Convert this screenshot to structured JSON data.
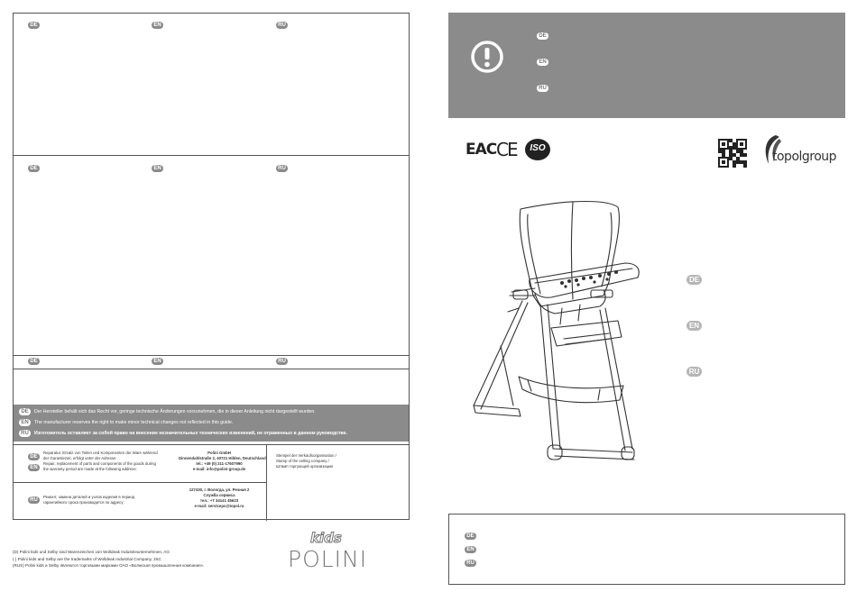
{
  "lang": {
    "de": "DE",
    "en": "EN",
    "ru": "RU"
  },
  "disclaimer": {
    "de": "Der Hersteller behält sich das Recht vor, geringe technische Änderungen vorzunehmen, die in dieser Anleitung nicht dargestellt wurden.",
    "en": "The manufacturer reserves the right to make minor technical changes not reflected in this guide.",
    "ru": "Изготовитель оставляет за собой право на внесение незначительных технических изменений, не отраженных в данном руководстве."
  },
  "repair": {
    "de_en_lines": [
      "Reparatur, Ersatz von Teilen und Komponenten der Ware während",
      "der Garantiezeit, erfolgt unter der Adresse:",
      "Repair, replacement of parts and components of the goods during",
      "the warranty period are made at the following address:"
    ],
    "de_addr": [
      "Polini GmbH",
      "Dinnendahlstraße 2, 40721 Hilden, Deutschland",
      "tel.: +49 (0) 211-17607990",
      "e-mail: info@polini-group.de"
    ],
    "ru_lines": [
      "Ремонт, замена деталей и узлов изделия в период",
      "гарантийного срока производится по адресу:"
    ],
    "ru_addr": [
      "127430, г. Вологда, ул. Речная 2",
      "Служба сервиса",
      "тел.: +7 34141 45623",
      "e-mail: servicepc@topol.ru"
    ],
    "stamp": [
      "Stempel der Verkaufsorganisation /",
      "Stamp of the selling company /",
      "Штамп торгующей организации"
    ]
  },
  "trademarks": [
    "(D) Polini kids und Selby sind Warenzeichen von Wolldeak Industrieunternehmen, AG",
    "(    ) Polini kids and Selby are the trademarks of Wolldeak Industrial Company, JSC",
    "(RUS) Polini kids и Selby являются торговыми марками ОАО «Волжская промышленная компания»."
  ],
  "brand": {
    "kids": "kids",
    "polini": "POLINI",
    "topol": "topolgroup"
  },
  "cert": {
    "eac": "EAC",
    "ce": "CE",
    "iso": "ISO"
  },
  "icons": {
    "warning": "exclamation-circle-icon",
    "qr": "qr-code-icon",
    "logo": "topol-logo-icon"
  },
  "colors": {
    "grey_band": "#8b8b8b",
    "warning_panel": "#8b8b8b",
    "pill": "#8a8a8a",
    "border": "#555555"
  }
}
